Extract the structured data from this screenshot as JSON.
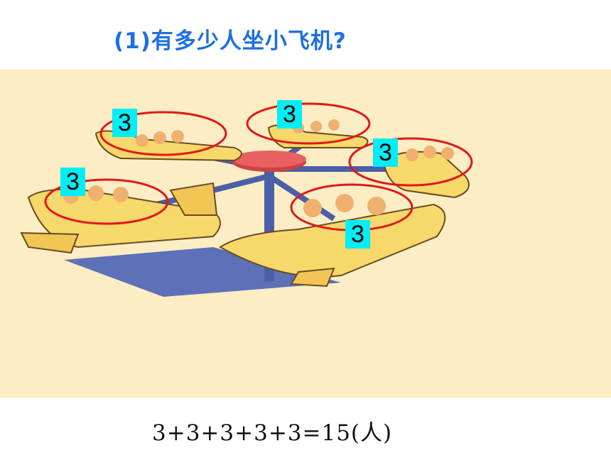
{
  "question": {
    "text": "(1)有多少人坐小飞机?"
  },
  "groups": [
    {
      "count": "3"
    },
    {
      "count": "3"
    },
    {
      "count": "3"
    },
    {
      "count": "3"
    },
    {
      "count": "3"
    }
  ],
  "equation": {
    "text": "3+3+3+3+3=15(人)"
  },
  "colors": {
    "title": "#1f6fe0",
    "badge": "#00eef5",
    "ellipse": "#e01818",
    "scene_bg": "#fcedc4",
    "plane_body": "#f7d86a",
    "frame": "#4a5fa8"
  }
}
